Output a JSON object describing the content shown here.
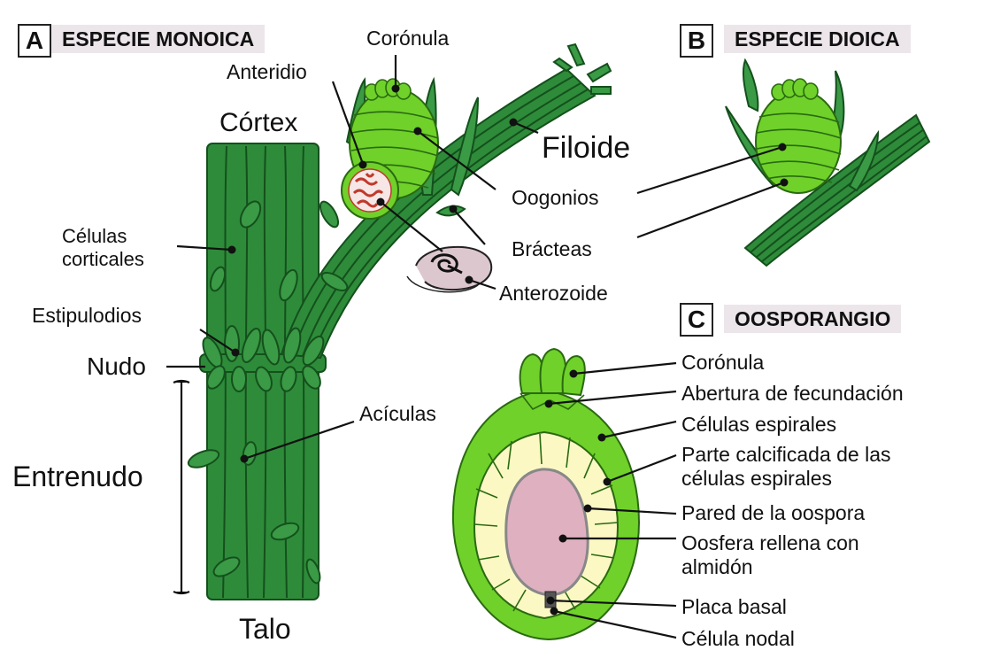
{
  "panels": {
    "a": {
      "letter": "A",
      "title": "ESPECIE MONOICA"
    },
    "b": {
      "letter": "B",
      "title": "ESPECIE DIOICA"
    },
    "c": {
      "letter": "C",
      "title": "OOSPORANGIO"
    }
  },
  "labels_a": {
    "coronula": "Corónula",
    "anteridio": "Anteridio",
    "cortex": "Córtex",
    "filoide": "Filoide",
    "celulas_corticales": "Células\ncorticales",
    "oogonios": "Oogonios",
    "bracteas": "Brácteas",
    "anterozoide": "Anterozoide",
    "estipulodios": "Estipulodios",
    "nudo": "Nudo",
    "aciculas": "Acículas",
    "entrenudo": "Entrenudo",
    "talo": "Talo"
  },
  "labels_c": {
    "coronula": "Corónula",
    "abertura": "Abertura de fecundación",
    "celulas_espirales": "Células espirales",
    "parte_calcificada": "Parte calcificada de las\ncélulas espirales",
    "pared": "Pared de la oospora",
    "oosfera": "Oosfera rellena con\nalmidón",
    "placa_basal": "Placa basal",
    "celula_nodal": "Célula nodal"
  },
  "colors": {
    "stem_dark": "#2e8b3a",
    "stem_line": "#14501c",
    "oogonium_green": "#6fd12a",
    "calcified": "#fbf8c4",
    "oosphere": "#deb0c0",
    "antheridium_red": "#c0392b",
    "title_bg": "#ece6ea"
  }
}
